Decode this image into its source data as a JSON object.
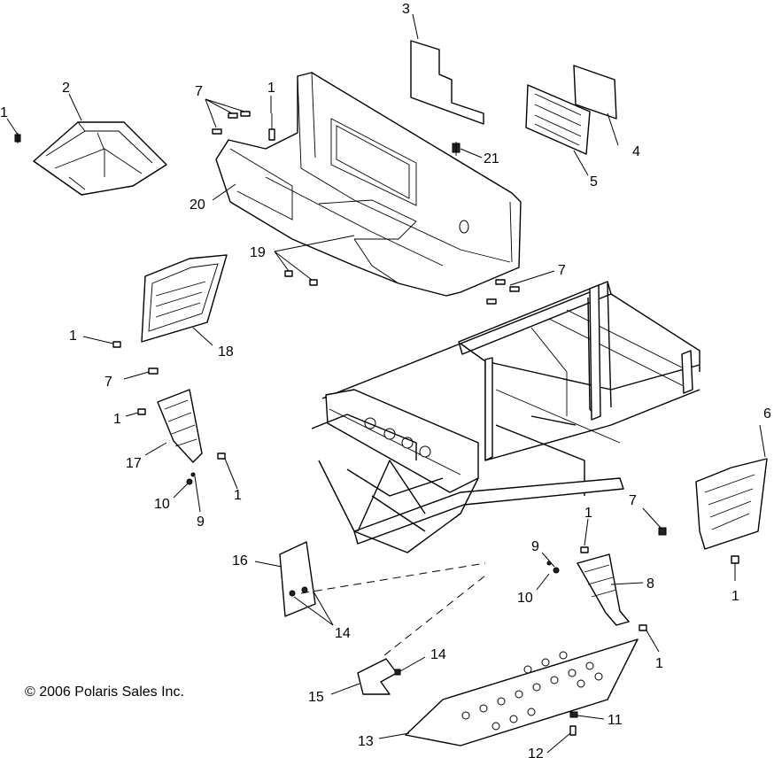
{
  "copyright": "© 2006 Polaris Sales Inc.",
  "callouts": {
    "c1a": "1",
    "c1b": "1",
    "c1c": "1",
    "c1d": "1",
    "c1e": "1",
    "c1f": "1",
    "c1g": "1",
    "c1h": "1",
    "c2": "2",
    "c3": "3",
    "c4": "4",
    "c5": "5",
    "c6": "6",
    "c7a": "7",
    "c7b": "7",
    "c7c": "7",
    "c7d": "7",
    "c8": "8",
    "c9a": "9",
    "c9b": "9",
    "c10a": "10",
    "c10b": "10",
    "c11": "11",
    "c12": "12",
    "c13": "13",
    "c14a": "14",
    "c14b": "14",
    "c15": "15",
    "c16": "16",
    "c17": "17",
    "c18": "18",
    "c19": "19",
    "c20": "20",
    "c21": "21"
  }
}
